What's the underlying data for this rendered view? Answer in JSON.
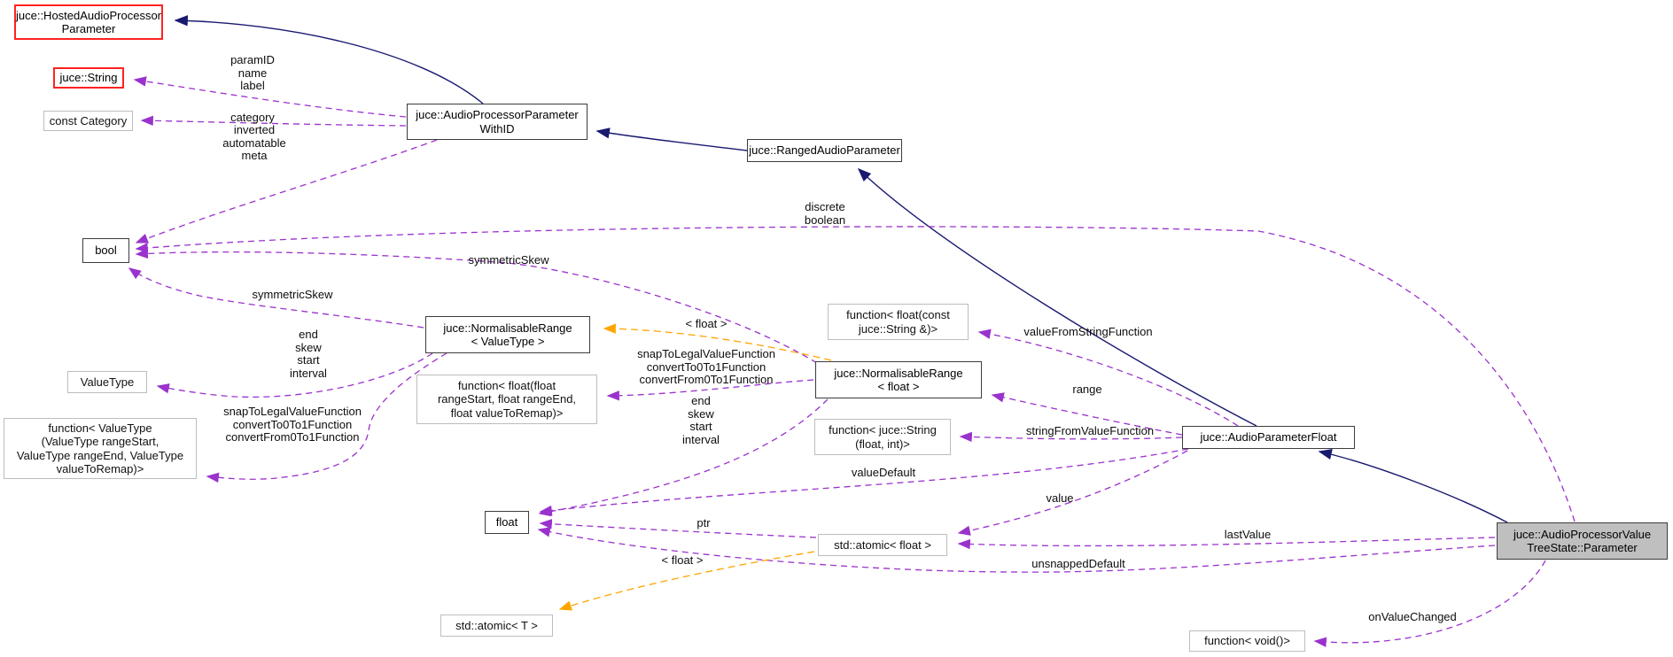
{
  "diagram": {
    "type": "doxygen-collaboration-graph",
    "colors": {
      "inheritance_edge": "#191970",
      "usage_edge": "#9a32cd",
      "template_edge": "#ffa500",
      "node_border_dark": "#3c3c3c",
      "node_border_gray": "#bdbdbd",
      "node_border_red": "#ff2222",
      "focus_node_fill": "#bfbfbf"
    }
  },
  "nodes": [
    {
      "id": "hosted",
      "lines": [
        "juce::HostedAudioProcessor",
        "Parameter"
      ]
    },
    {
      "id": "string",
      "lines": [
        "juce::String"
      ]
    },
    {
      "id": "category",
      "lines": [
        "const Category"
      ]
    },
    {
      "id": "withid",
      "lines": [
        "juce::AudioProcessorParameter",
        "WithID"
      ]
    },
    {
      "id": "ranged",
      "lines": [
        "juce::RangedAudioParameter"
      ]
    },
    {
      "id": "bool",
      "lines": [
        "bool"
      ]
    },
    {
      "id": "nrange-vt",
      "lines": [
        "juce::NormalisableRange",
        "< ValueType >"
      ]
    },
    {
      "id": "valuetype",
      "lines": [
        "ValueType"
      ]
    },
    {
      "id": "fn-valuetype",
      "lines": [
        "function< ValueType",
        "(ValueType rangeStart,",
        "ValueType rangeEnd, ValueType",
        "valueToRemap)>"
      ]
    },
    {
      "id": "fn-float3",
      "lines": [
        "function< float(float",
        "rangeStart, float rangeEnd,",
        "float valueToRemap)>"
      ]
    },
    {
      "id": "fn-fromstring",
      "lines": [
        "function< float(const",
        "juce::String &)>"
      ]
    },
    {
      "id": "nrange-f",
      "lines": [
        "juce::NormalisableRange",
        "< float >"
      ]
    },
    {
      "id": "fn-tostring",
      "lines": [
        "function< juce::String",
        "(float, int)>"
      ]
    },
    {
      "id": "float",
      "lines": [
        "float"
      ]
    },
    {
      "id": "atomic-float",
      "lines": [
        "std::atomic< float >"
      ]
    },
    {
      "id": "atomic-t",
      "lines": [
        "std::atomic< T >"
      ]
    },
    {
      "id": "apfloat",
      "lines": [
        "juce::AudioParameterFloat"
      ]
    },
    {
      "id": "parameter",
      "lines": [
        "juce::AudioProcessorValue",
        "TreeState::Parameter"
      ]
    },
    {
      "id": "fn-void",
      "lines": [
        "function< void()>"
      ]
    }
  ],
  "labels": [
    {
      "id": "param-id",
      "lines": [
        "paramID",
        "name",
        "label"
      ]
    },
    {
      "id": "category",
      "lines": [
        "category"
      ]
    },
    {
      "id": "inverted",
      "lines": [
        "inverted",
        "automatable",
        "meta"
      ]
    },
    {
      "id": "discrete",
      "lines": [
        "discrete",
        "boolean"
      ]
    },
    {
      "id": "symmetric-skew-1",
      "lines": [
        "symmetricSkew"
      ]
    },
    {
      "id": "symmetric-skew-2",
      "lines": [
        "symmetricSkew"
      ]
    },
    {
      "id": "template-float-1",
      "lines": [
        "< float >"
      ]
    },
    {
      "id": "end-skew-left",
      "lines": [
        "end",
        "skew",
        "start",
        "interval"
      ]
    },
    {
      "id": "snap-right",
      "lines": [
        "snapToLegalValueFunction",
        "convertTo0To1Function",
        "convertFrom0To1Function"
      ]
    },
    {
      "id": "end-skew-right",
      "lines": [
        "end",
        "skew",
        "start",
        "interval"
      ]
    },
    {
      "id": "snap-left",
      "lines": [
        "snapToLegalValueFunction",
        "convertTo0To1Function",
        "convertFrom0To1Function"
      ]
    },
    {
      "id": "value-from-string",
      "lines": [
        "valueFromStringFunction"
      ]
    },
    {
      "id": "range",
      "lines": [
        "range"
      ]
    },
    {
      "id": "string-from-value",
      "lines": [
        "stringFromValueFunction"
      ]
    },
    {
      "id": "value-default",
      "lines": [
        "valueDefault"
      ]
    },
    {
      "id": "value",
      "lines": [
        "value"
      ]
    },
    {
      "id": "ptr",
      "lines": [
        "ptr"
      ]
    },
    {
      "id": "template-float-2",
      "lines": [
        "< float >"
      ]
    },
    {
      "id": "unsnapped-default",
      "lines": [
        "unsnappedDefault"
      ]
    },
    {
      "id": "last-value",
      "lines": [
        "lastValue"
      ]
    },
    {
      "id": "on-value-changed",
      "lines": [
        "onValueChanged"
      ]
    }
  ]
}
